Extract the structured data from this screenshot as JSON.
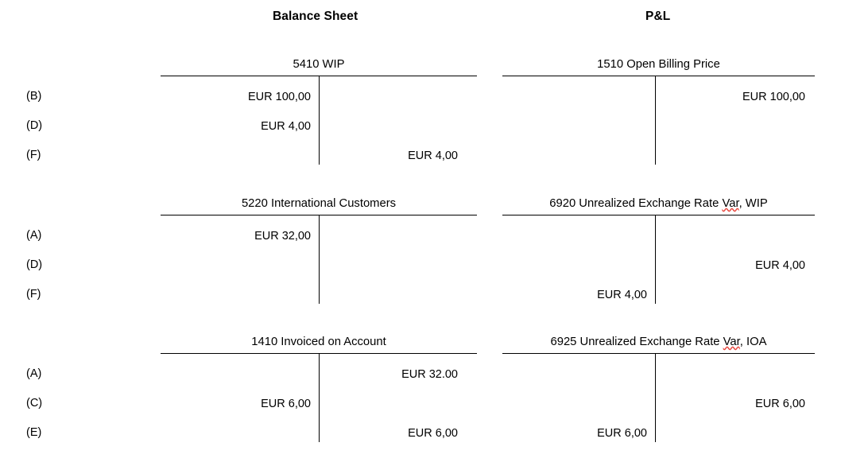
{
  "headers": {
    "balance_sheet": "Balance Sheet",
    "profit_and_loss": "P&L"
  },
  "currency": "EUR",
  "ref_labels": {
    "block1": [
      "(B)",
      "(D)",
      "(F)"
    ],
    "block2": [
      "(A)",
      "(D)",
      "(F)"
    ],
    "block3": [
      "(A)",
      "(C)",
      "(E)"
    ]
  },
  "accounts": {
    "wip": {
      "number": "5410",
      "name": "WIP",
      "title": "5410 WIP",
      "entries": [
        {
          "ref": "(B)",
          "debit": "EUR 100,00",
          "credit": ""
        },
        {
          "ref": "(D)",
          "debit": "EUR 4,00",
          "credit": ""
        },
        {
          "ref": "(F)",
          "debit": "",
          "credit": "EUR 4,00"
        }
      ]
    },
    "open_billing_price": {
      "number": "1510",
      "name": "Open Billing Price",
      "title": "1510 Open Billing Price",
      "entries": [
        {
          "ref": "(B)",
          "debit": "",
          "credit": "EUR 100,00"
        },
        {
          "ref": "(D)",
          "debit": "",
          "credit": ""
        },
        {
          "ref": "(F)",
          "debit": "",
          "credit": ""
        }
      ]
    },
    "international_customers": {
      "number": "5220",
      "name": "International Customers",
      "title": "5220 International Customers",
      "entries": [
        {
          "ref": "(A)",
          "debit": "EUR 32,00",
          "credit": ""
        },
        {
          "ref": "(D)",
          "debit": "",
          "credit": ""
        },
        {
          "ref": "(F)",
          "debit": "",
          "credit": ""
        }
      ]
    },
    "unrealized_exchange_rate_var_wip": {
      "number": "6920",
      "name": "Unrealized Exchange Rate Var, WIP",
      "title_prefix": "6920 Unrealized Exchange Rate ",
      "title_misspelled": "Var",
      "title_suffix": ", WIP",
      "entries": [
        {
          "ref": "(A)",
          "debit": "",
          "credit": ""
        },
        {
          "ref": "(D)",
          "debit": "",
          "credit": "EUR 4,00"
        },
        {
          "ref": "(F)",
          "debit": "EUR 4,00",
          "credit": ""
        }
      ]
    },
    "invoiced_on_account": {
      "number": "1410",
      "name": "Invoiced on Account",
      "title": "1410 Invoiced on Account",
      "entries": [
        {
          "ref": "(A)",
          "debit": "",
          "credit": "EUR 32.00"
        },
        {
          "ref": "(C)",
          "debit": "EUR 6,00",
          "credit": ""
        },
        {
          "ref": "(E)",
          "debit": "",
          "credit": "EUR 6,00"
        }
      ]
    },
    "unrealized_exchange_rate_var_ioa": {
      "number": "6925",
      "name": "Unrealized Exchange Rate Var, IOA",
      "title_prefix": "6925 Unrealized Exchange Rate ",
      "title_misspelled": "Var",
      "title_suffix": ", IOA",
      "entries": [
        {
          "ref": "(A)",
          "debit": "",
          "credit": ""
        },
        {
          "ref": "(C)",
          "debit": "",
          "credit": "EUR 6,00"
        },
        {
          "ref": "(E)",
          "debit": "EUR 6,00",
          "credit": ""
        }
      ]
    }
  },
  "colors": {
    "rule": "#000000",
    "text": "#000000",
    "spellcheck_squiggle": "#e8453c",
    "background": "#ffffff"
  }
}
